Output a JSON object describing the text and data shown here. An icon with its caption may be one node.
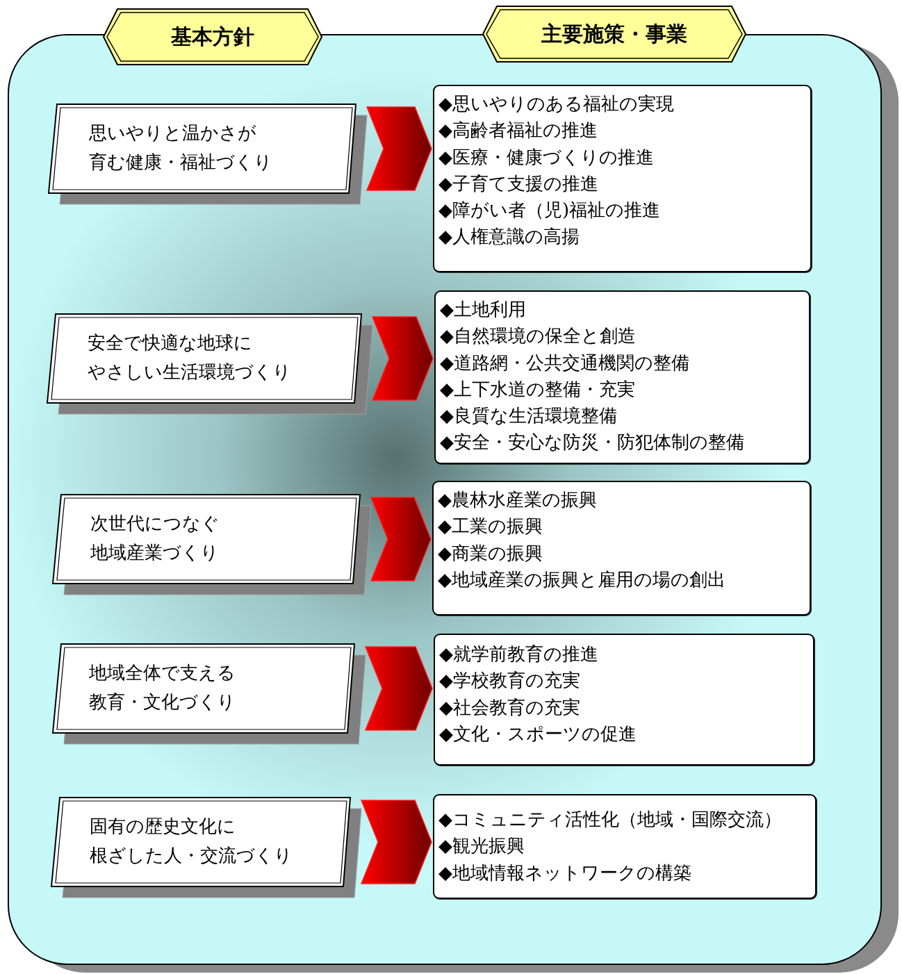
{
  "diagram": {
    "nodes": [
      {
        "text": [
          "基本方針"
        ]
      },
      {
        "text": [
          "主要施策・事業"
        ]
      },
      {
        "text": [
          "思いやりと温かさが育む健康・福祉づくり"
        ]
      },
      {
        "text": [
          "安全で快適な地球にやさしい生活環境づくり"
        ]
      },
      {
        "text": [
          "次世代につなぐ地域産業づくり"
        ]
      },
      {
        "text": [
          "地域全体で支える教育・文化づくり"
        ]
      },
      {
        "text": [
          "固有の歴史文化に根ざした人・交流づくり"
        ]
      },
      {
        "text": [
          "◆思いやりのある福祉の実現",
          "◆高齢者福祉の推進",
          "◆医療・健康づくりの推進",
          "◆子育て支援の推進",
          "◆障がい者（児)福祉の推進",
          "◆人権意識の高揚"
        ]
      },
      {
        "text": [
          "◆土地利用",
          "◆自然環境の保全と創造",
          "◆道路網・公共交通機関の整備",
          "◆上下水道の整備・充実",
          "◆良質な生活環境整備",
          "◆安全・安心な防災・防犯体制の整備"
        ]
      },
      {
        "text": [
          "◆農林水産業の振興",
          "◆工業の振興",
          "◆商業の振興",
          "◆地域産業の振興と雇用の場の創出"
        ]
      },
      {
        "text": [
          "◆就学前教育の推進",
          "◆学校教育の充実",
          "◆社会教育の充実",
          "◆文化・スポーツの促進"
        ]
      },
      {
        "text": [
          "◆コミュニティ活性化（地域・国際交流）",
          "◆観光振興",
          "◆地域情報ネットワークの構築"
        ]
      }
    ],
    "edges": [
      {
        "from": 2,
        "to": 7,
        "arrow": "to"
      },
      {
        "from": 3,
        "to": 8,
        "arrow": "to"
      },
      {
        "from": 4,
        "to": 9,
        "arrow": "to"
      },
      {
        "from": 5,
        "to": 10,
        "arrow": "to"
      },
      {
        "from": 6,
        "to": 11,
        "arrow": "to"
      }
    ]
  }
}
